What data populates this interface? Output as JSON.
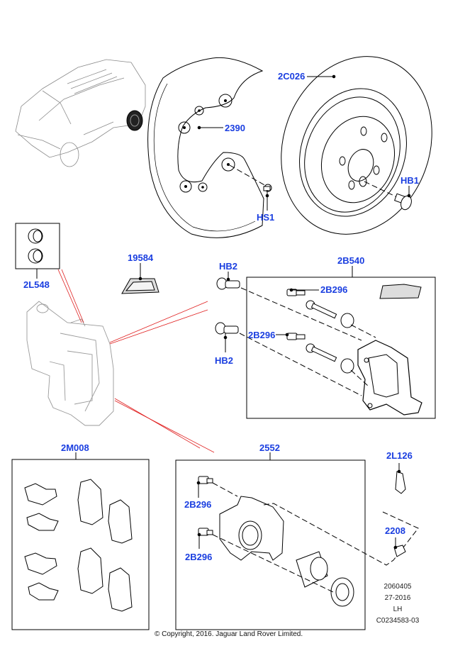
{
  "diagram": {
    "title": "Rear Brake Disc and Caliper - LH",
    "vehicle_thumbnail": "range-rover-evoque-3-door",
    "callouts": {
      "backing_plate": "2390",
      "brake_disc": "2C026",
      "disc_screw": "HB1",
      "plate_screw": "HS1",
      "guide_pin_boot_kit": "2L548",
      "grease_sachet": "19584",
      "carrier_bolt_upper": "HB2",
      "carrier_bolt_lower": "HB2",
      "caliper_carrier_kit": "2B540",
      "carrier_guide_bolt_upper": "2B296",
      "carrier_guide_bolt_lower": "2B296",
      "brake_pad_kit": "2M008",
      "caliper_assembly": "2552",
      "caliper_bolt_upper": "2B296",
      "caliper_bolt_lower": "2B296",
      "bleed_screw_cap": "2L126",
      "bleed_screw": "2208"
    },
    "meta": {
      "illustration_number": "2060405",
      "revision": "27-2016",
      "side": "LH",
      "reference": "C0234583-03"
    },
    "copyright": "© Copyright, 2016. Jaguar Land Rover Limited.",
    "colors": {
      "callout": "#1a3ee0",
      "line": "#000000",
      "leader_red": "#e02020",
      "ghost": "#9a9a9a"
    }
  }
}
